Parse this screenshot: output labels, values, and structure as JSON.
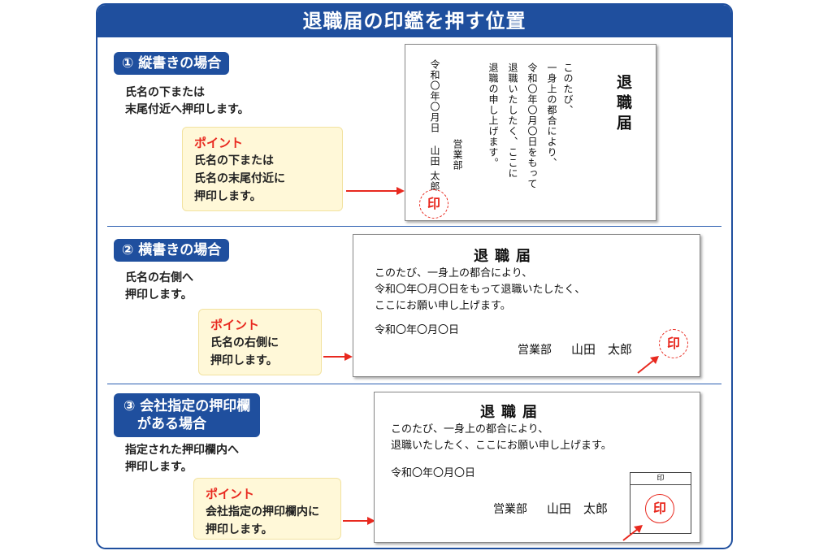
{
  "title": "退職届の印鑑を押す位置",
  "colors": {
    "brand": "#1f4f9e",
    "accent": "#e8291f",
    "note_bg": "#fff8d8"
  },
  "sections": [
    {
      "heading": "① 縦書きの場合",
      "description": "氏名の下または\n末尾付近へ押印します。",
      "point_label": "ポイント",
      "point_text": "氏名の下または\n氏名の末尾付近に\n押印します。"
    },
    {
      "heading": "② 横書きの場合",
      "description": "氏名の右側へ\n押印します。",
      "point_label": "ポイント",
      "point_text": "氏名の右側に\n押印します。"
    },
    {
      "heading": "③ 会社指定の押印欄\n　がある場合",
      "description": "指定された押印欄内へ\n押印します。",
      "point_label": "ポイント",
      "point_text": "会社指定の押印欄内に\n押印します。"
    }
  ],
  "doc_vertical": {
    "title": "退職届",
    "body": [
      "このたび、",
      "一身上の都合により、",
      "令和〇年〇月〇日をもって",
      "退職いたしたく、ここに",
      "退職の申し上げます。"
    ],
    "date": "令和〇年〇月日",
    "department": "営業部",
    "name": "山田 太郎",
    "seal": "印"
  },
  "doc_horizontal": {
    "title": "退職届",
    "body": [
      "このたび、一身上の都合により、",
      "令和〇年〇月〇日をもって退職いたしたく、",
      "ここにお願い申し上げます。"
    ],
    "date": "令和〇年〇月〇日",
    "department": "営業部",
    "name": "山田　太郎",
    "seal": "印"
  },
  "doc_company": {
    "title": "退職届",
    "body": [
      "このたび、一身上の都合により、",
      "退職いたしたく、ここにお願い申し上げます。"
    ],
    "date": "令和〇年〇月〇日",
    "department": "営業部",
    "name": "山田　太郎",
    "stamp_box_label": "印",
    "seal": "印"
  }
}
